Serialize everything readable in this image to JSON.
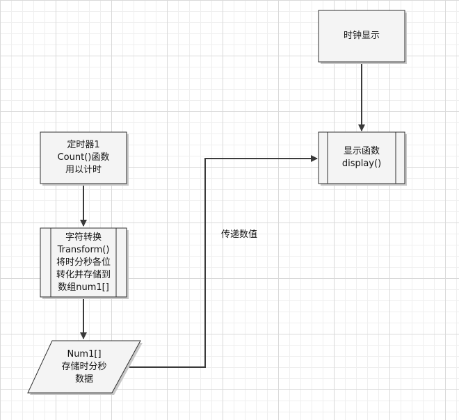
{
  "nodes": {
    "clock_display": {
      "lines": [
        "时钟显示"
      ]
    },
    "display_function": {
      "lines": [
        "显示函数",
        "display()"
      ]
    },
    "timer": {
      "lines": [
        "定时器1",
        "Count()函数",
        "用以计时"
      ]
    },
    "transform": {
      "lines": [
        "字符转换",
        "Transform()",
        "将时分秒各位",
        "转化并存储到",
        "数组num1[]"
      ]
    },
    "num1_data": {
      "lines": [
        "Num1[]",
        "存储时分秒",
        "数据"
      ]
    }
  },
  "edges": {
    "pass_value_label": "传递数值"
  }
}
